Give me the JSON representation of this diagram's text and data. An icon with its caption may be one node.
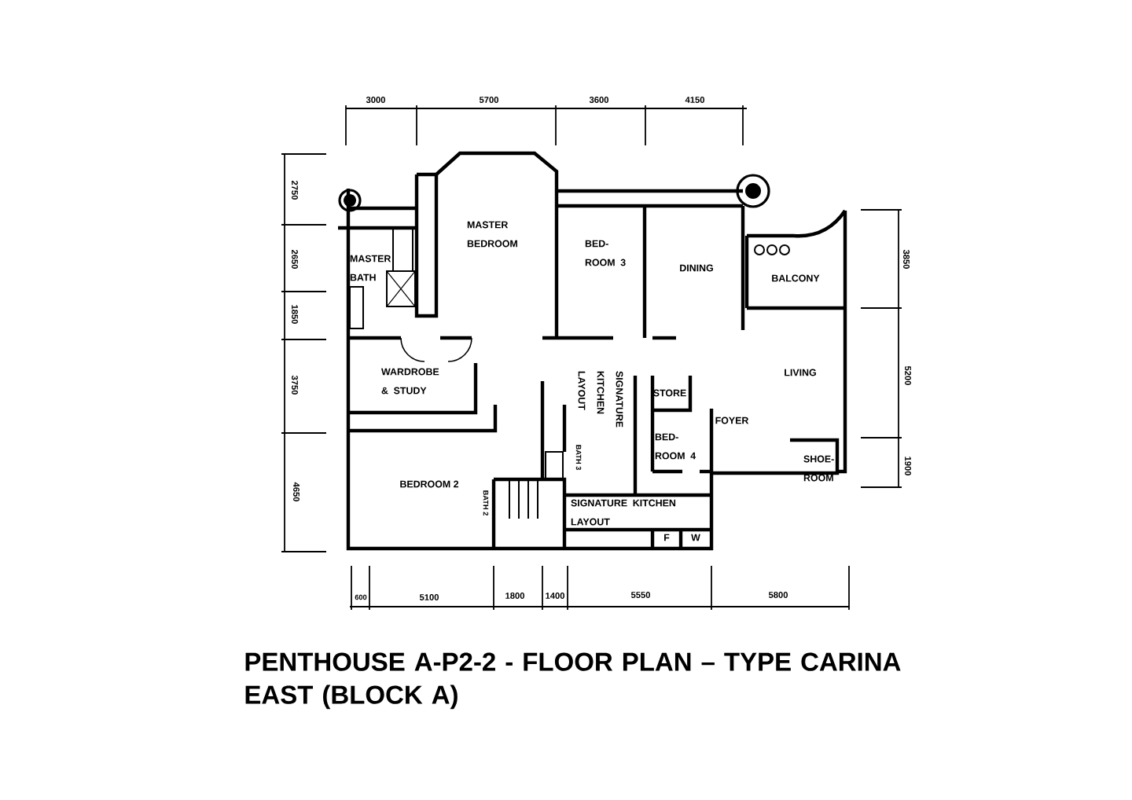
{
  "diagram": {
    "title": "PENTHOUSE A-P2-2 - FLOOR PLAN – TYPE CARINA EAST (BLOCK A)",
    "labels": [
      "3000",
      "5700",
      "3600",
      "4150",
      "2750",
      "MASTER BEDROOM",
      "BED- ROOM 3",
      "DINING",
      "2650",
      "MASTER BATH",
      "3850",
      "BALCONY",
      "1850",
      "3750",
      "WARDROBE & STUDY",
      "LIVING",
      "SIGNATURE KITCHEN LAYOUT",
      "STORE",
      "FOYER",
      "5200",
      "BED- ROOM 4",
      "BATH 3",
      "4650",
      "1900",
      "SHOE- ROOM",
      "BEDROOM 2",
      "BATH 2",
      "SIGNATURE KITCHEN LAYOUT",
      "F",
      "W",
      "600",
      "5100",
      "1800",
      "1400",
      "5550",
      "5800"
    ]
  }
}
